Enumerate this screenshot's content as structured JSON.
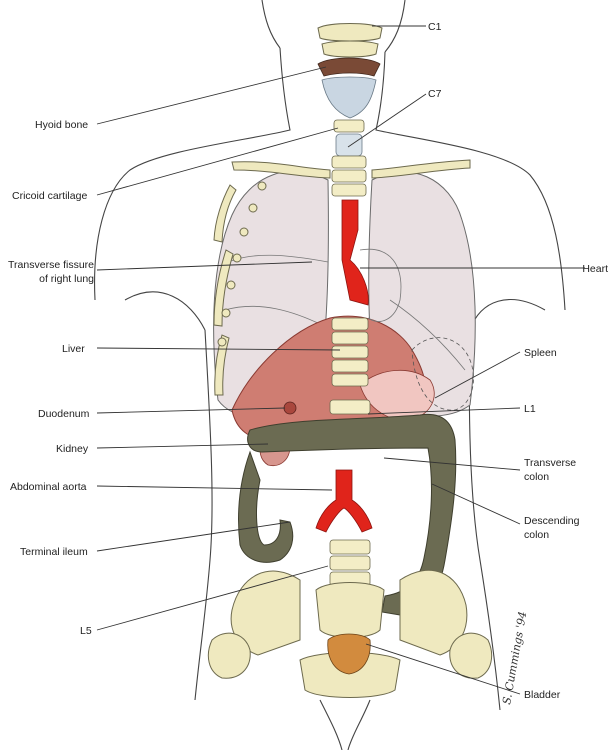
{
  "figure": {
    "labels": {
      "c1": "C1",
      "hyoid_bone": "Hyoid bone",
      "c7": "C7",
      "cricoid_cartilage": "Cricoid cartilage",
      "transverse_fissure_line1": "Transverse fissure",
      "transverse_fissure_line2": "of right lung",
      "heart": "Heart",
      "liver": "Liver",
      "spleen": "Spleen",
      "duodenum": "Duodenum",
      "l1": "L1",
      "kidney": "Kidney",
      "abdominal_aorta": "Abdominal aorta",
      "transverse_colon_line1": "Transverse",
      "transverse_colon_line2": "colon",
      "terminal_ileum": "Terminal ileum",
      "descending_colon_line1": "Descending",
      "descending_colon_line2": "colon",
      "l5": "L5",
      "bladder": "Bladder"
    },
    "signature": "S. Cummings '94"
  }
}
